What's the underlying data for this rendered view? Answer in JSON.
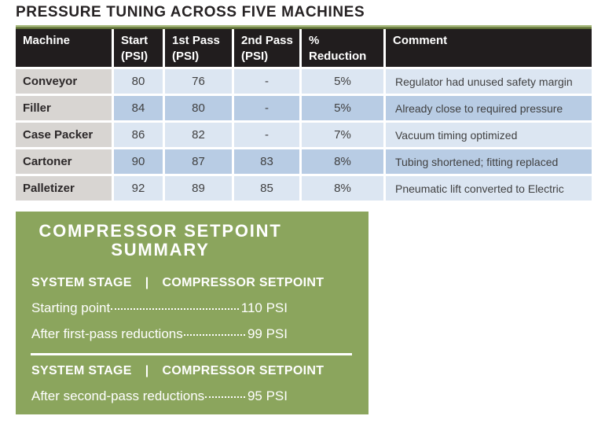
{
  "page_title": "PRESSURE TUNING ACROSS FIVE MACHINES",
  "colors": {
    "header_bg": "#211d1e",
    "machine_cell_bg": "#d8d5d2",
    "row_light_bg": "#dce6f2",
    "row_dark_bg": "#b8cce4",
    "accent_strip_light": "#a6b97c",
    "accent_strip_dark": "#5e6e36",
    "summary_bg": "#8ba55d",
    "text_dark": "#262223",
    "text_body": "#404041",
    "text_white": "#ffffff"
  },
  "table": {
    "columns": [
      {
        "line1": "Machine",
        "line2": ""
      },
      {
        "line1": "Start",
        "line2": "(PSI)"
      },
      {
        "line1": "1st Pass",
        "line2": "(PSI)"
      },
      {
        "line1": "2nd Pass",
        "line2": "(PSI)"
      },
      {
        "line1": "%",
        "line2": "Reduction"
      },
      {
        "line1": "Comment",
        "line2": ""
      }
    ],
    "rows": [
      {
        "machine": "Conveyor",
        "start": "80",
        "first_pass": "76",
        "second_pass": "-",
        "reduction": "5%",
        "comment": "Regulator had unused safety margin"
      },
      {
        "machine": "Filler",
        "start": "84",
        "first_pass": "80",
        "second_pass": "-",
        "reduction": "5%",
        "comment": "Already close to required pressure"
      },
      {
        "machine": "Case Packer",
        "start": "86",
        "first_pass": "82",
        "second_pass": "-",
        "reduction": "7%",
        "comment": "Vacuum timing optimized"
      },
      {
        "machine": "Cartoner",
        "start": "90",
        "first_pass": "87",
        "second_pass": "83",
        "reduction": "8%",
        "comment": "Tubing shortened; fitting replaced"
      },
      {
        "machine": "Palletizer",
        "start": "92",
        "first_pass": "89",
        "second_pass": "85",
        "reduction": "8%",
        "comment": "Pneumatic lift converted to Electric"
      }
    ]
  },
  "summary": {
    "title_line1": "COMPRESSOR SETPOINT",
    "title_line2": "SUMMARY",
    "section1": {
      "header_left": "SYSTEM STAGE",
      "header_pipe": "|",
      "header_right": "COMPRESSOR SETPOINT",
      "rows": [
        {
          "label": "Starting point",
          "value": "110 PSI"
        },
        {
          "label": "After first-pass reductions",
          "value": "99 PSI"
        }
      ]
    },
    "section2": {
      "header_left": "SYSTEM STAGE",
      "header_pipe": "|",
      "header_right": "COMPRESSOR SETPOINT",
      "rows": [
        {
          "label": "After second-pass reductions",
          "value": "95 PSI"
        }
      ]
    }
  }
}
